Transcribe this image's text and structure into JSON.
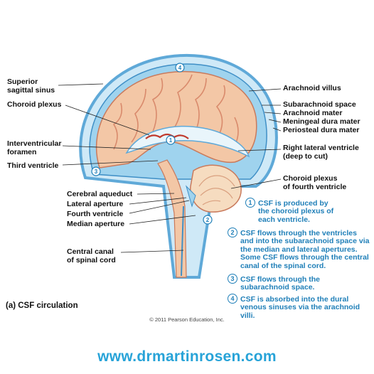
{
  "labels_left": {
    "superior_sagittal_sinus": "Superior\nsagittal sinus",
    "choroid_plexus": "Choroid plexus",
    "interventricular_foramen": "Interventricular\nforamen",
    "third_ventricle": "Third ventricle",
    "cerebral_aqueduct": "Cerebral aqueduct",
    "lateral_aperture": "Lateral aperture",
    "fourth_ventricle": "Fourth ventricle",
    "median_aperture": "Median aperture",
    "central_canal": "Central canal\nof spinal cord"
  },
  "labels_right": {
    "arachnoid_villus": "Arachnoid villus",
    "subarachnoid_space": "Subarachnoid space",
    "arachnoid_mater": "Arachnoid mater",
    "meningeal_dura_mater": "Meningeal dura mater",
    "periosteal_dura_mater": "Periosteal dura mater",
    "right_lateral_ventricle": "Right lateral ventricle\n(deep to cut)",
    "choroid_plexus_fourth": "Choroid plexus\nof fourth ventricle"
  },
  "steps": [
    {
      "num": "1",
      "text": "CSF is produced by\nthe choroid plexus of\neach ventricle."
    },
    {
      "num": "2",
      "text": "CSF flows through the ventricles\nand into the subarachnoid space via\nthe median and lateral apertures.\nSome CSF flows through the central\ncanal of the spinal cord."
    },
    {
      "num": "3",
      "text": "CSF flows through the\nsubarachnoid space."
    },
    {
      "num": "4",
      "text": "CSF is absorbed into the dural\nvenous sinuses via the arachnoid villi."
    }
  ],
  "diagram_markers": [
    "1",
    "2",
    "3",
    "4"
  ],
  "caption": "(a) CSF circulation",
  "copyright": "© 2011 Pearson Education, Inc.",
  "website": "www.drmartinrosen.com",
  "colors": {
    "csf_blue": "#9fd3ee",
    "dura_blue": "#5fa9d8",
    "brain_pink": "#f3c7a6",
    "gyri_line": "#d98a6c",
    "cerebellum": "#f6dcc0",
    "step_text": "#1f7fb8",
    "website": "#27a3d8"
  }
}
